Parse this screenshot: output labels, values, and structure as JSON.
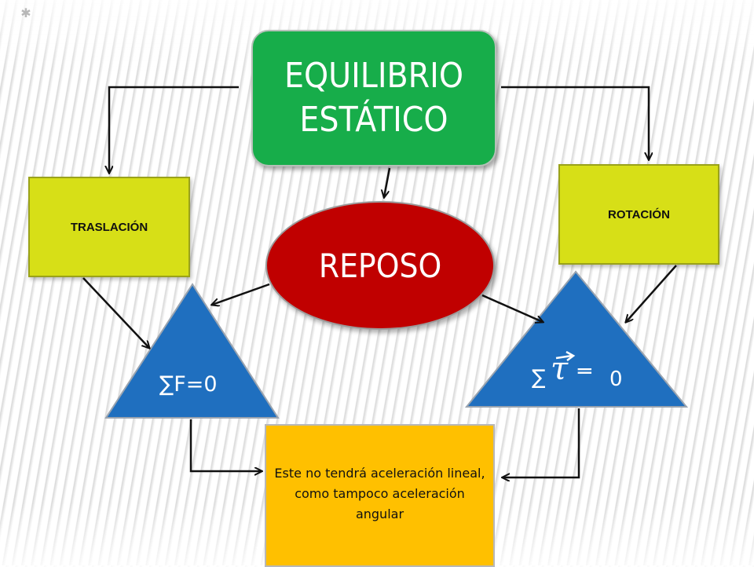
{
  "diagram": {
    "title": "EQUILIBRIO ESTÁTICO",
    "left_branch": "TRASLACIÓN",
    "right_branch": "ROTACIÓN",
    "center": "REPOSO",
    "force_condition": "∑F=0",
    "torque_condition": {
      "sigma": "∑",
      "symbol": "τ",
      "equals": "═",
      "zero": "0"
    },
    "result": "Este no tendrá aceleración lineal, como tampoco aceleración angular"
  },
  "colors": {
    "title_box": "#17ad4a",
    "branch_boxes": "#d7df17",
    "center_ellipse": "#c00000",
    "triangles": "#1f6fbf",
    "result_box": "#ffc000"
  }
}
